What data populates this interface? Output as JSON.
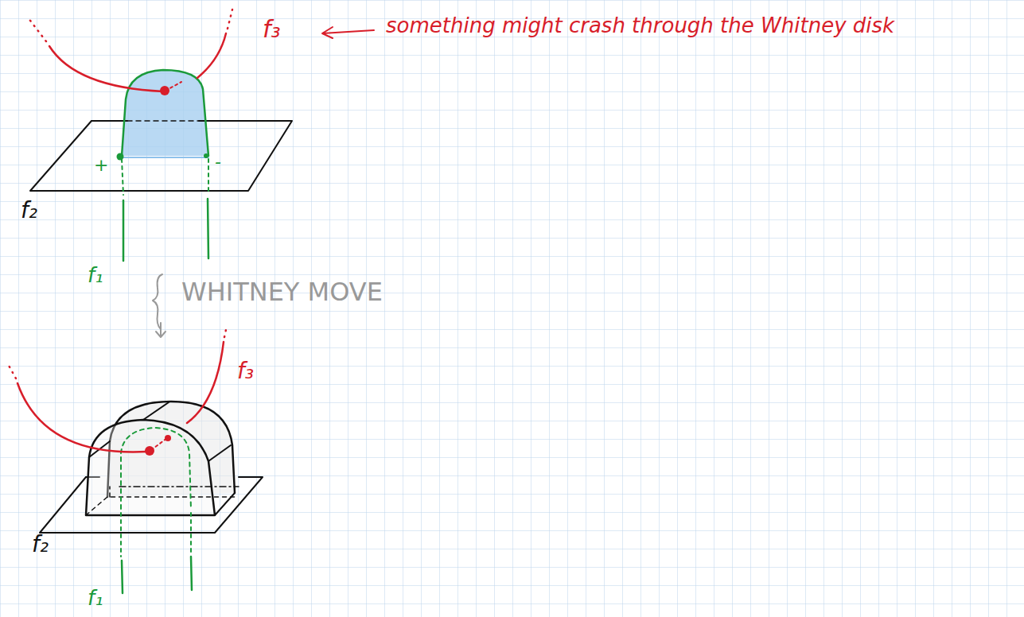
{
  "diagram": {
    "labels": [
      "f₃",
      "something might crash through the Whitney disk",
      "+",
      "-",
      "f₂",
      "f₁",
      "WHITNEY MOVE",
      "f₃",
      "f₂",
      "f₁"
    ]
  }
}
